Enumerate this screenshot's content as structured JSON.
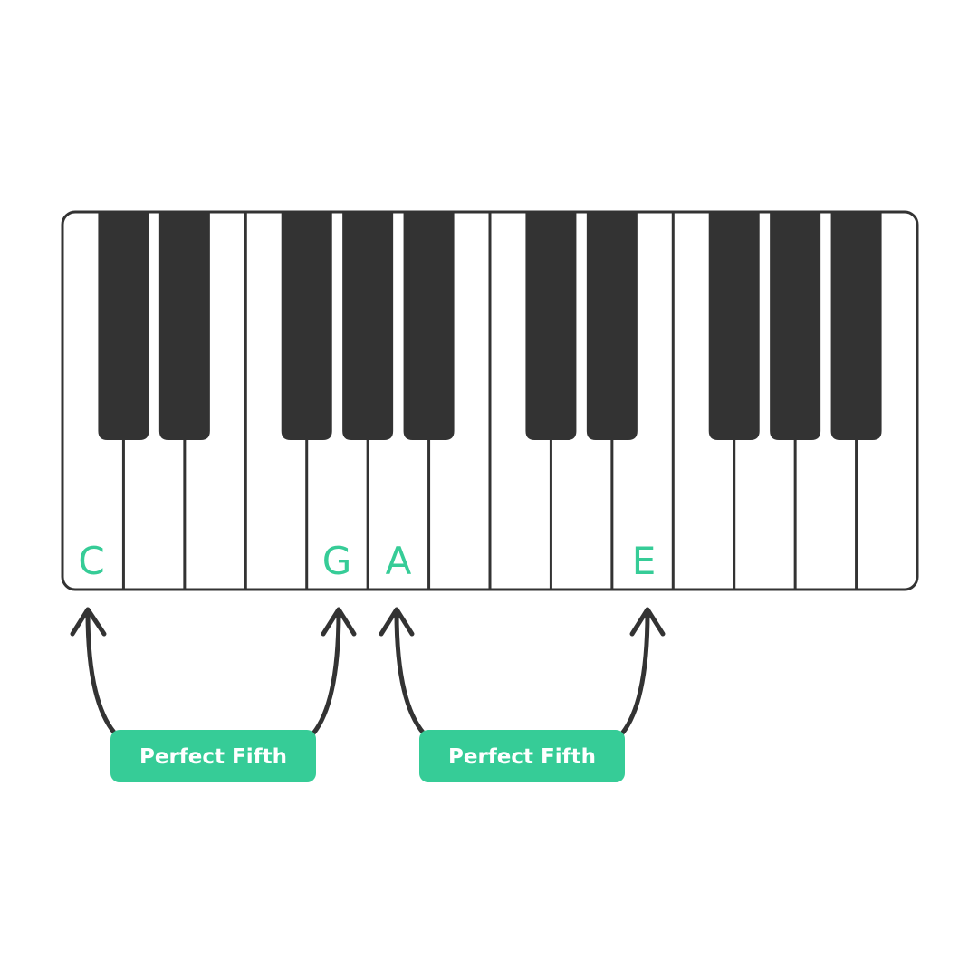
{
  "keyboard": {
    "white_keys": 14,
    "black_key_positions": [
      0,
      1,
      3,
      4,
      5,
      7,
      8,
      10,
      11,
      12
    ],
    "key_outline_color": "#333333",
    "black_key_color": "#333333"
  },
  "accent_color": "#36cc97",
  "notes": [
    {
      "label": "C",
      "white_key_index": 0
    },
    {
      "label": "G",
      "white_key_index": 4
    },
    {
      "label": "A",
      "white_key_index": 5
    },
    {
      "label": "E",
      "white_key_index": 9
    }
  ],
  "intervals": [
    {
      "label": "Perfect Fifth",
      "from": "C",
      "to": "G"
    },
    {
      "label": "Perfect Fifth",
      "from": "A",
      "to": "E"
    }
  ]
}
